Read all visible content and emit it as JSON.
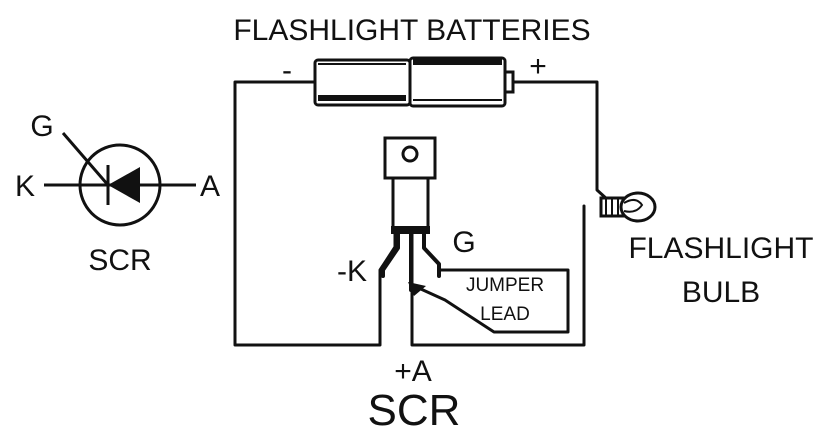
{
  "labels": {
    "batteries_title": "FLASHLIGHT BATTERIES",
    "battery_minus": "-",
    "battery_plus": "+",
    "symbol_gate": "G",
    "symbol_cathode": "K",
    "symbol_anode": "A",
    "symbol_caption": "SCR",
    "bulb_line1": "FLASHLIGHT",
    "bulb_line2": "BULB",
    "scr_gate": "G",
    "scr_cathode": "-K",
    "scr_anode": "+A",
    "jumper_line1": "JUMPER",
    "jumper_line2": "LEAD",
    "scr_caption": "SCR"
  },
  "colors": {
    "ink": "#111111",
    "background": "#ffffff"
  }
}
